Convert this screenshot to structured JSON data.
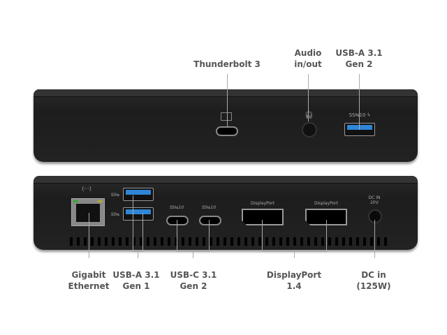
{
  "front": {
    "labels": {
      "thunderbolt": "Thunderbolt 3",
      "audio_l1": "Audio",
      "audio_l2": "in/out",
      "usb_l1": "USB-A 3.1",
      "usb_l2": "Gen 2"
    },
    "usb_mark": "SS⇆10 ϟ"
  },
  "back": {
    "labels": {
      "eth_l1": "Gigabit",
      "eth_l2": "Ethernet",
      "usba_l1": "USB-A 3.1",
      "usba_l2": "Gen 1",
      "usbc_l1": "USB-C 3.1",
      "usbc_l2": "Gen 2",
      "dp_l1": "DisplayPort",
      "dp_l2": "1.4",
      "dc_l1": "DC in",
      "dc_l2": "(125W)"
    },
    "port_text": {
      "dp1": "DisplayPort",
      "dp2": "DisplayPort",
      "dc1": "DC IN",
      "dc2": "20V",
      "ss1": "SS⇆",
      "ss2": "SS⇆",
      "ssc1": "SS⇆10",
      "ssc2": "SS⇆10",
      "eth": "⟨···⟩"
    }
  },
  "colors": {
    "usb_blue": "#2f86d6",
    "device": "#222222",
    "label": "#555555"
  }
}
